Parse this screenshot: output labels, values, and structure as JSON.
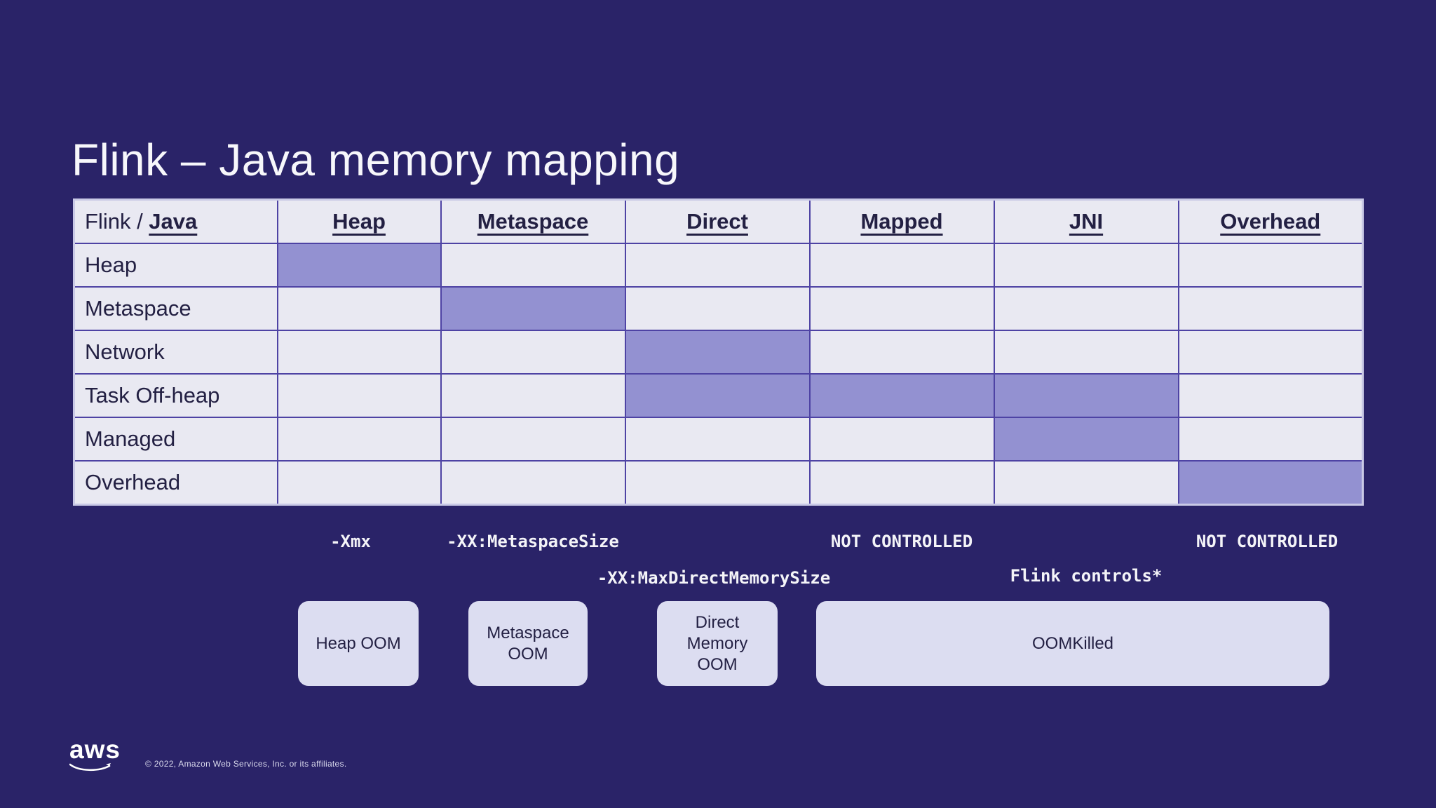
{
  "slide": {
    "title": "Flink – Java memory mapping",
    "background_color": "#2a2368"
  },
  "table": {
    "corner": {
      "prefix": "Flink / ",
      "emphasis": "Java"
    },
    "columns": [
      "Heap",
      "Metaspace",
      "Direct",
      "Mapped",
      "JNI",
      "Overhead"
    ],
    "rows": [
      {
        "label": "Heap",
        "highlight": [
          0
        ]
      },
      {
        "label": "Metaspace",
        "highlight": [
          1
        ]
      },
      {
        "label": "Network",
        "highlight": [
          2
        ]
      },
      {
        "label": "Task Off-heap",
        "highlight": [
          2,
          3,
          4
        ]
      },
      {
        "label": "Managed",
        "highlight": [
          4
        ]
      },
      {
        "label": "Overhead",
        "highlight": [
          5
        ]
      }
    ],
    "colors": {
      "cell": "#e9e9f2",
      "highlight": "#9391d1",
      "gridline": "#4e43a4",
      "outer_border": "#c9c9e6",
      "text": "#232043"
    }
  },
  "annotations": {
    "xmx": "-Xmx",
    "metaspace_size": "-XX:MetaspaceSize",
    "not_controlled_mapped": "NOT CONTROLLED",
    "not_controlled_overhead": "NOT CONTROLLED",
    "max_direct_memory_size": "-XX:MaxDirectMemorySize",
    "flink_controls": "Flink controls*"
  },
  "boxes": [
    {
      "label": "Heap OOM"
    },
    {
      "label": "Metaspace OOM"
    },
    {
      "label": "Direct Memory OOM"
    },
    {
      "label": "OOMKilled"
    }
  ],
  "footer": {
    "logo": "aws",
    "copyright": "© 2022, Amazon Web Services, Inc. or its affiliates."
  }
}
